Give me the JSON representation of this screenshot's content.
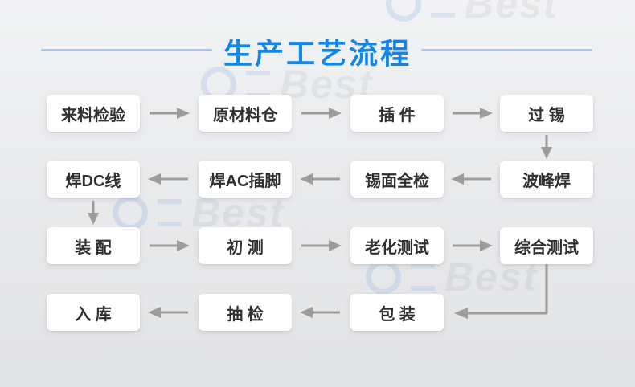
{
  "header": {
    "title": "生产工艺流程",
    "title_color": "#1186e9",
    "divider_color": "#a9c7ed"
  },
  "watermark": {
    "text": "Best"
  },
  "flow": {
    "box_background": "#ffffff",
    "box_text_color": "#303030",
    "arrow_color": "#9c9c9c",
    "rows": [
      {
        "direction": "right",
        "steps": [
          "来料检验",
          "原材料仓",
          "插 件",
          "过 锡"
        ]
      },
      {
        "direction": "left",
        "steps": [
          "焊DC线",
          "焊AC插脚",
          "锡面全检",
          "波峰焊"
        ]
      },
      {
        "direction": "right",
        "steps": [
          "装 配",
          "初 测",
          "老化测试",
          "综合测试"
        ]
      },
      {
        "direction": "left",
        "steps": [
          "入 库",
          "抽 检",
          "包 装"
        ]
      }
    ],
    "sequence": [
      "来料检验",
      "原材料仓",
      "插件",
      "过锡",
      "波峰焊",
      "锡面全检",
      "焊AC插脚",
      "焊DC线",
      "装配",
      "初测",
      "老化测试",
      "综合测试",
      "包装",
      "抽检",
      "入库"
    ]
  }
}
